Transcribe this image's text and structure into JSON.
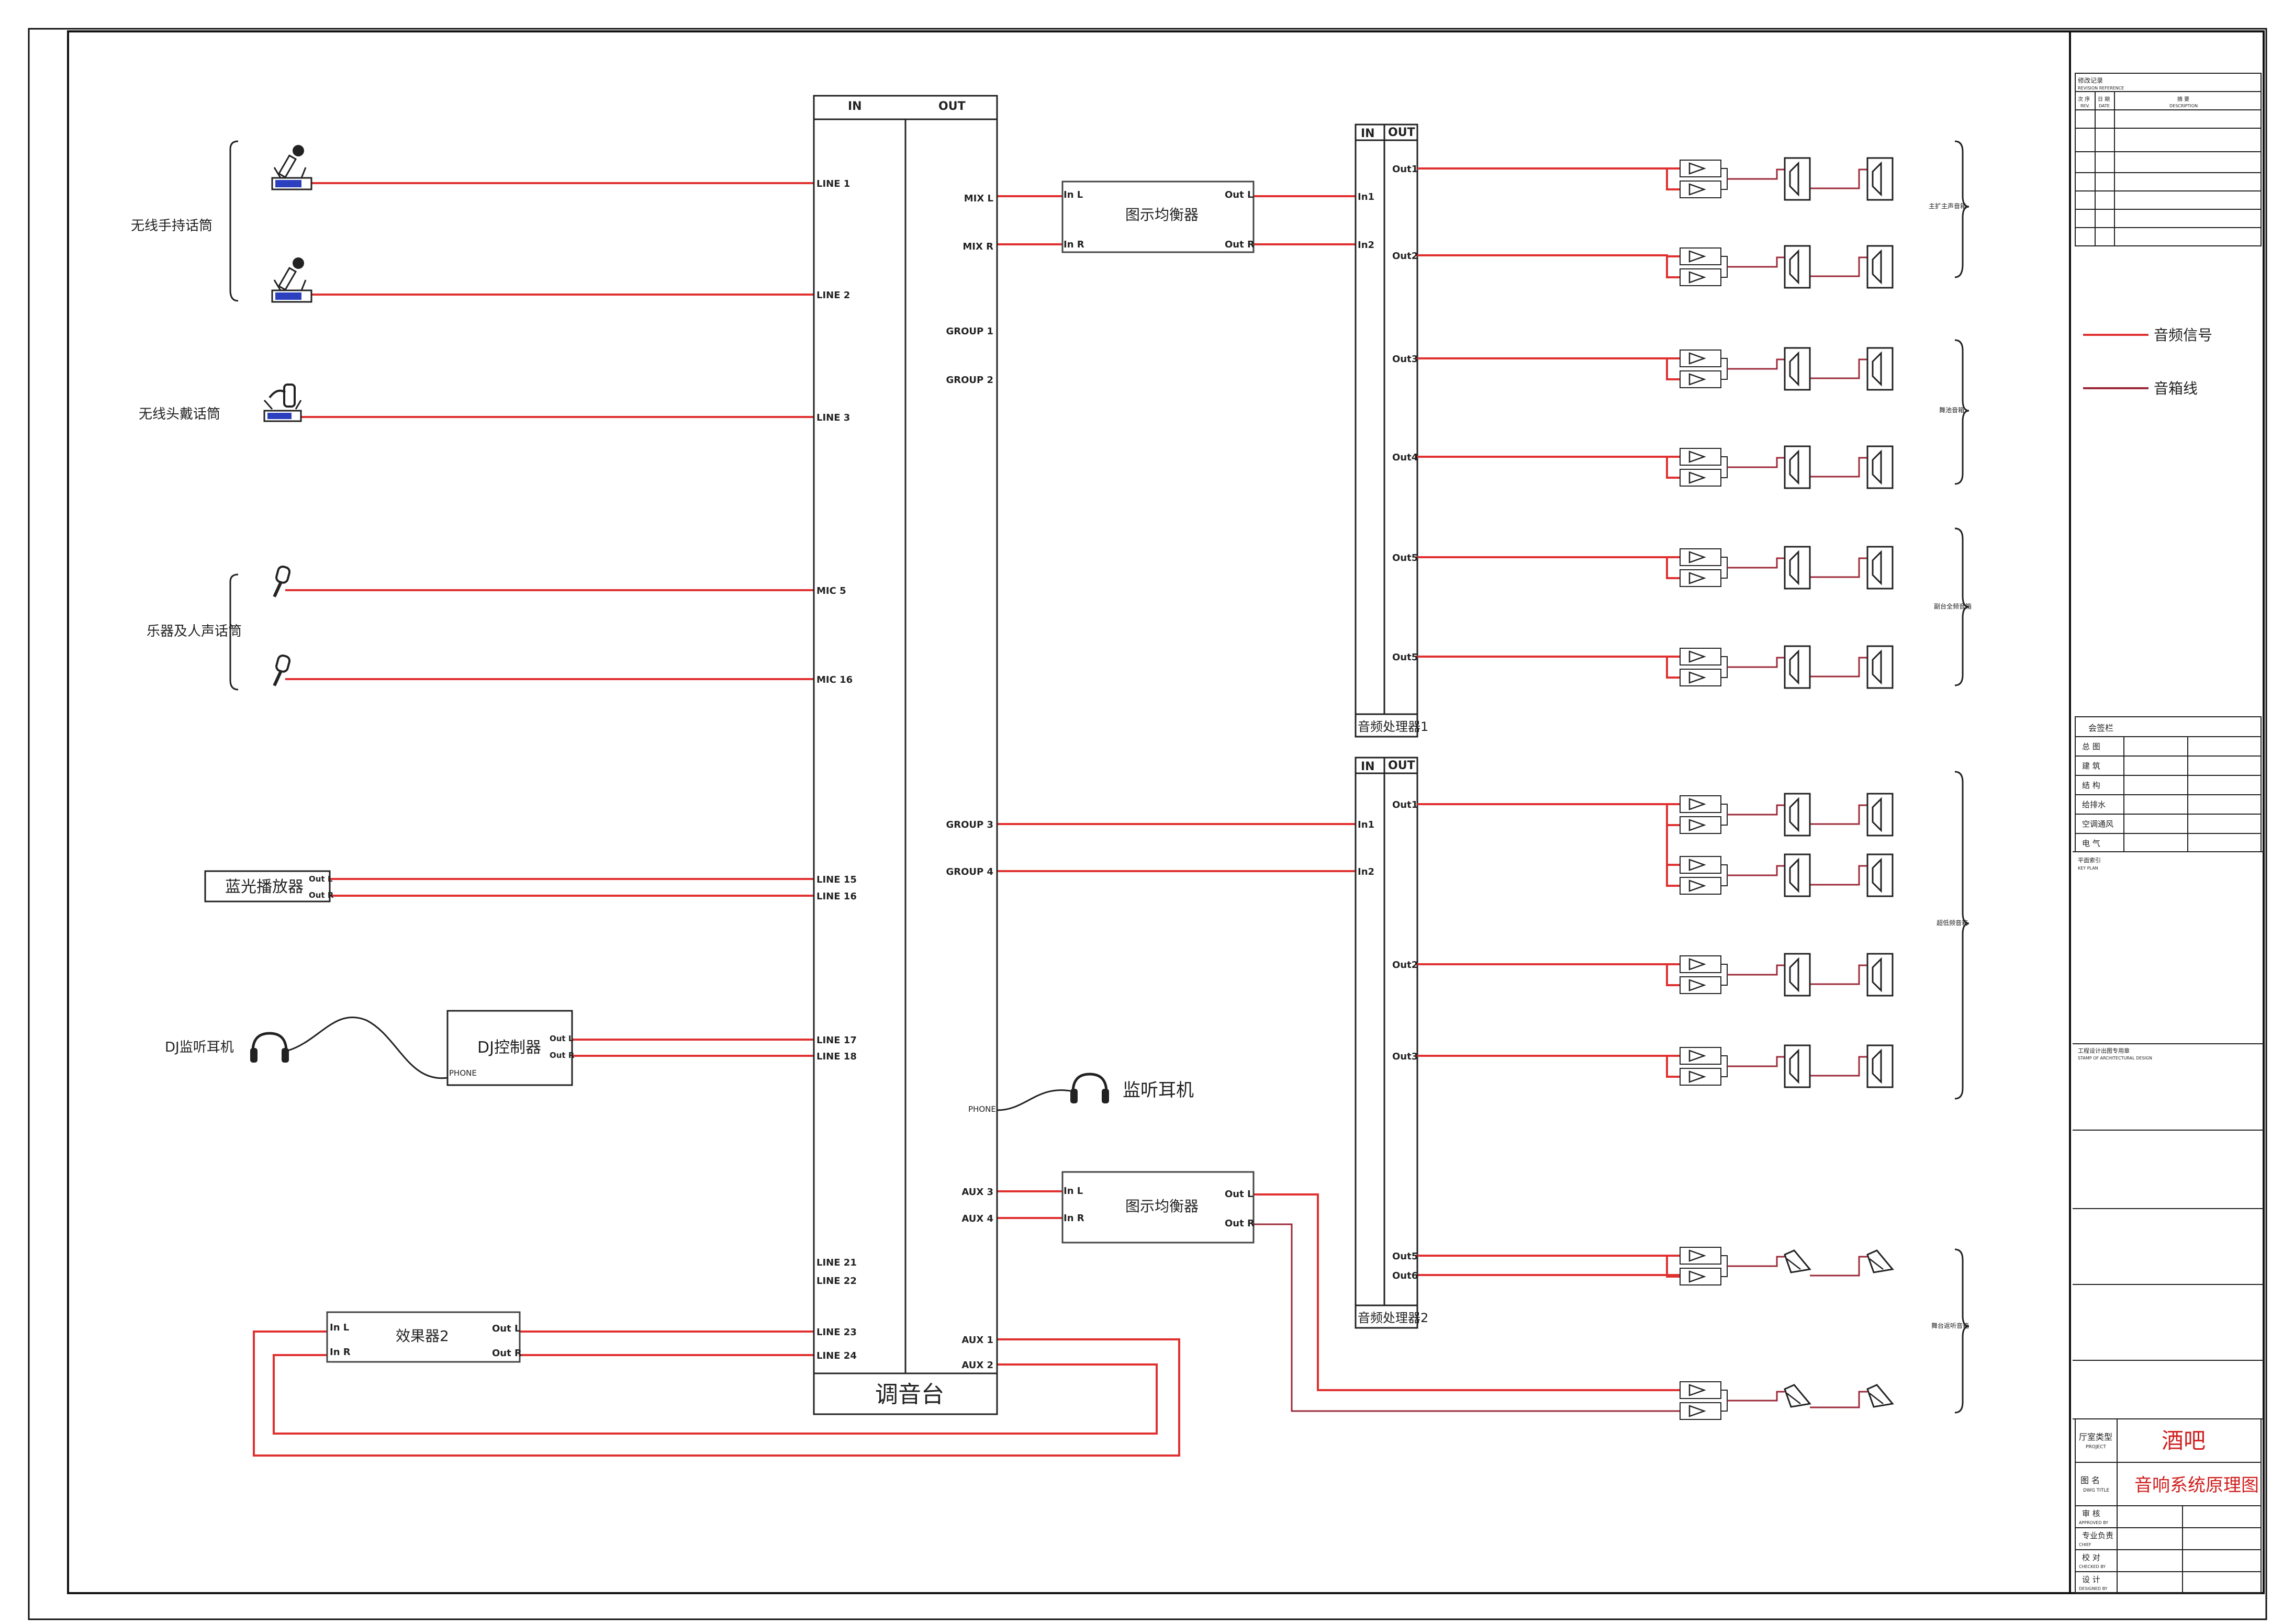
{
  "colors": {
    "signal": "#e03030",
    "speaker_line": "#9c2a3a",
    "frame": "#111111",
    "title_text": "#d02020"
  },
  "sources": {
    "handheld_label": "无线手持话筒",
    "headset_label": "无线头戴话筒",
    "instrument_label": "乐器及人声话筒",
    "bluray_label": "蓝光播放器",
    "bluray_out_l": "Out L",
    "bluray_out_r": "Out R",
    "dj_headphone_label": "DJ监听耳机",
    "dj_controller_label": "DJ控制器",
    "dj_out_l": "Out L",
    "dj_out_r": "Out R",
    "dj_phone": "PHONE"
  },
  "mixer": {
    "title": "调音台",
    "in_header": "IN",
    "out_header": "OUT",
    "inputs": [
      "LINE 1",
      "LINE 2",
      "LINE 3",
      "MIC 5",
      "MIC 16",
      "LINE 15",
      "LINE 16",
      "LINE 17",
      "LINE 18",
      "LINE 21",
      "LINE 22",
      "LINE 23",
      "LINE 24"
    ],
    "outputs": [
      "MIX L",
      "MIX R",
      "GROUP 1",
      "GROUP 2",
      "GROUP 3",
      "GROUP 4",
      "AUX 3",
      "AUX 4",
      "AUX 1",
      "AUX 2"
    ],
    "phone": "PHONE",
    "monitor_headphone_label": "监听耳机"
  },
  "eq1": {
    "label": "图示均衡器",
    "in_l": "In L",
    "in_r": "In R",
    "out_l": "Out L",
    "out_r": "Out R"
  },
  "eq2": {
    "label": "图示均衡器",
    "in_l": "In L",
    "in_r": "In R",
    "out_l": "Out L",
    "out_r": "Out R"
  },
  "effects": {
    "label": "效果器2",
    "in_l": "In L",
    "in_r": "In R",
    "out_l": "Out L",
    "out_r": "Out R"
  },
  "processor1": {
    "label": "音频处理器1",
    "in_header": "IN",
    "out_header": "OUT",
    "inputs": [
      "In1",
      "In2"
    ],
    "outputs": [
      "Out1",
      "Out2",
      "Out3",
      "Out4",
      "Out5",
      "Out5"
    ]
  },
  "processor2": {
    "label": "音频处理器2",
    "in_header": "IN",
    "out_header": "OUT",
    "inputs": [
      "In1",
      "In2"
    ],
    "outputs": [
      "Out1",
      "Out2",
      "Out3",
      "Out5",
      "Out6"
    ]
  },
  "speaker_groups": [
    "主扩主声音箱",
    "舞池音箱",
    "副台全频音箱",
    "超低频音箱",
    "舞台返听音箱"
  ],
  "legend": {
    "audio_signal": "音频信号",
    "speaker_line": "音箱线"
  },
  "title_block": {
    "revision_title": "修改记录",
    "revision_title_en": "REVISION REFERENCE",
    "rev_col": "次 序",
    "rev_col_en": "REV.",
    "date_col": "日 期",
    "date_col_en": "DATE",
    "desc_col": "摘 要",
    "desc_col_en": "DESCRIPTION",
    "sign_title": "会签栏",
    "disciplines": [
      "总 图",
      "建 筑",
      "结 构",
      "给排水",
      "空调通风",
      "电 气"
    ],
    "key_plan": "平面索引",
    "key_plan_en": "KEY PLAN",
    "stamp": "工程设计出图专用章",
    "stamp_en": "STAMP OF ARCHITECTURAL DESIGN",
    "project_label": "厅室类型",
    "project_label_en": "PROJECT",
    "project_value": "酒吧",
    "drawing_label": "图 名",
    "drawing_label_en": "DWG TITLE",
    "drawing_value": "音响系统原理图",
    "approvals": [
      {
        "cn": "审 核",
        "en": "APPROVED BY"
      },
      {
        "cn": "专业负责",
        "en": "CHIEF"
      },
      {
        "cn": "校 对",
        "en": "CHECKED BY"
      },
      {
        "cn": "设 计",
        "en": "DESIGNED BY"
      }
    ]
  }
}
